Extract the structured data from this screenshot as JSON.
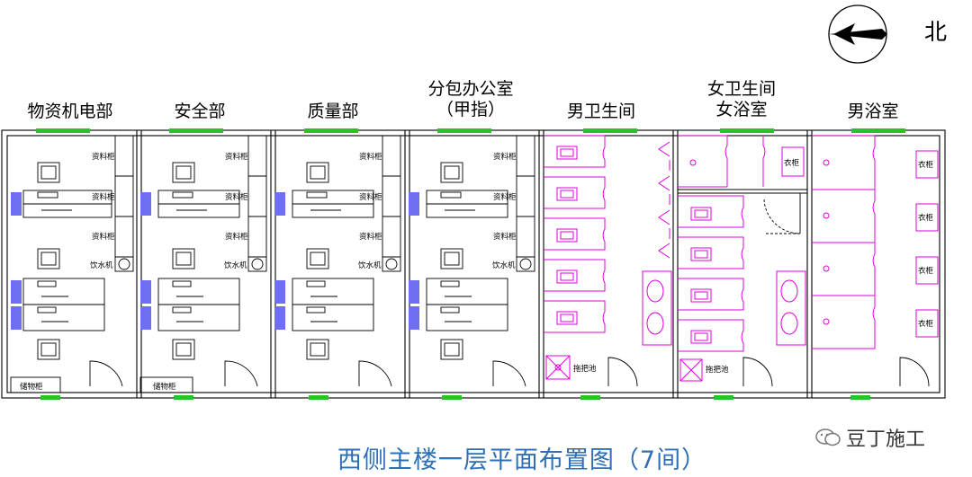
{
  "rooms": [
    {
      "id": "room-1",
      "name": "物资机电部",
      "type": "office",
      "cabinet_labels": [
        "资料柜",
        "资料柜",
        "资料柜"
      ],
      "dispenser_label": "饮水机",
      "storage_label": "储物柜"
    },
    {
      "id": "room-2",
      "name": "安全部",
      "type": "office",
      "cabinet_labels": [
        "资料柜",
        "资料柜",
        "资料柜"
      ],
      "dispenser_label": "饮水机",
      "storage_label": "储物柜"
    },
    {
      "id": "room-3",
      "name": "质量部",
      "type": "office",
      "cabinet_labels": [
        "资料柜",
        "资料柜",
        "资料柜"
      ],
      "dispenser_label": "饮水机",
      "storage_label": ""
    },
    {
      "id": "room-4",
      "name": "分包办公室",
      "name_line2": "（甲指）",
      "type": "office",
      "cabinet_labels": [
        "资料柜",
        "资料柜",
        "资料柜"
      ],
      "dispenser_label": "饮水机",
      "storage_label": ""
    },
    {
      "id": "room-5",
      "name": "男卫生间",
      "type": "mens-toilet",
      "mop_label": "拖把池"
    },
    {
      "id": "room-6",
      "name": "女卫生间",
      "name_line2": "女浴室",
      "type": "womens-toilet",
      "locker_label": "衣柜",
      "mop_label": "拖把池"
    },
    {
      "id": "room-7",
      "name": "男浴室",
      "type": "mens-shower",
      "locker_labels": [
        "衣柜",
        "衣柜",
        "衣柜",
        "衣柜"
      ]
    }
  ],
  "compass": {
    "label": "北"
  },
  "caption": "西侧主楼一层平面布置图（7间）",
  "watermark": "豆丁施工",
  "colors": {
    "wall": "#000000",
    "fixture": "#e000e0",
    "window": "#29c229",
    "chair": "#3b3bd8",
    "caption": "#2e6fb5"
  }
}
